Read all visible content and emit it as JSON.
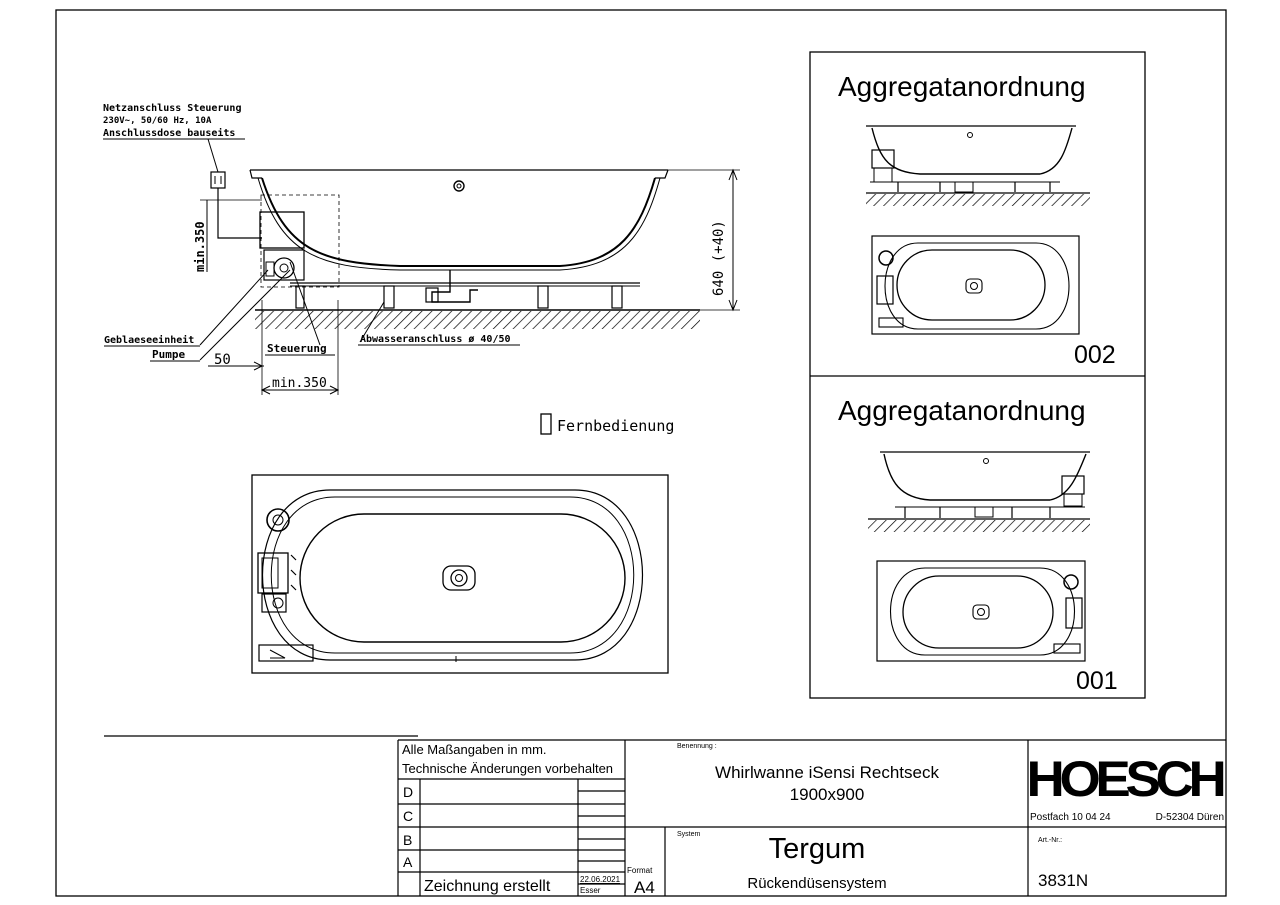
{
  "drawing": {
    "annotations": {
      "power_line1": "Netzanschluss Steuerung",
      "power_line2": "230V~, 50/60 Hz, 10A",
      "power_line3": "Anschlussdose bauseits",
      "min_height": "min.350",
      "height_dim": "640 (+40)",
      "blower": "Geblaeseeinheit",
      "pump": "Pumpe",
      "control": "Steuerung",
      "drain": "Abwasseranschluss ø 40/50",
      "dim_50": "50",
      "min_width": "min.350",
      "remote": "Fernbedienung"
    },
    "variants": [
      {
        "title": "Aggregatanordnung",
        "code": "002"
      },
      {
        "title": "Aggregatanordnung",
        "code": "001"
      }
    ]
  },
  "title_block": {
    "notes_line1": "Alle Maßangaben in mm.",
    "notes_line2": "Technische Änderungen vorbehalten",
    "revisions": [
      "D",
      "C",
      "B",
      "A"
    ],
    "created_label": "Zeichnung erstellt",
    "created_date": "22.06.2021",
    "created_by": "Esser",
    "format_label": "Format",
    "format_value": "A4",
    "benennung_label": "Benennung :",
    "name_line1": "Whirlwanne iSensi Rechtseck",
    "name_line2": "1900x900",
    "system_label": "System",
    "system_name": "Tergum",
    "system_sub": "Rückendüsensystem",
    "company_logo": "HOESCH",
    "company_address_left": "Postfach 10 04 24",
    "company_address_right": "D-52304 Düren",
    "artnr_label": "Art.-Nr.:",
    "artnr_value": "3831N"
  }
}
